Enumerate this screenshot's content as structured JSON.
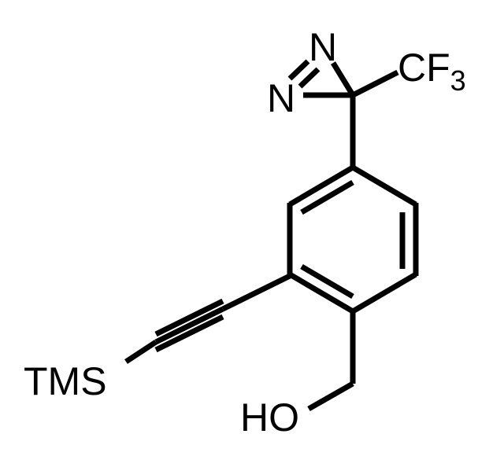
{
  "structure": {
    "diazirine_n_top": "N",
    "diazirine_n_left": "N",
    "cf3_main": "CF",
    "cf3_subscript": "3",
    "tms": "TMS",
    "hydroxyl": "HO"
  },
  "colors": {
    "ink": "#000000",
    "background": "#ffffff"
  }
}
